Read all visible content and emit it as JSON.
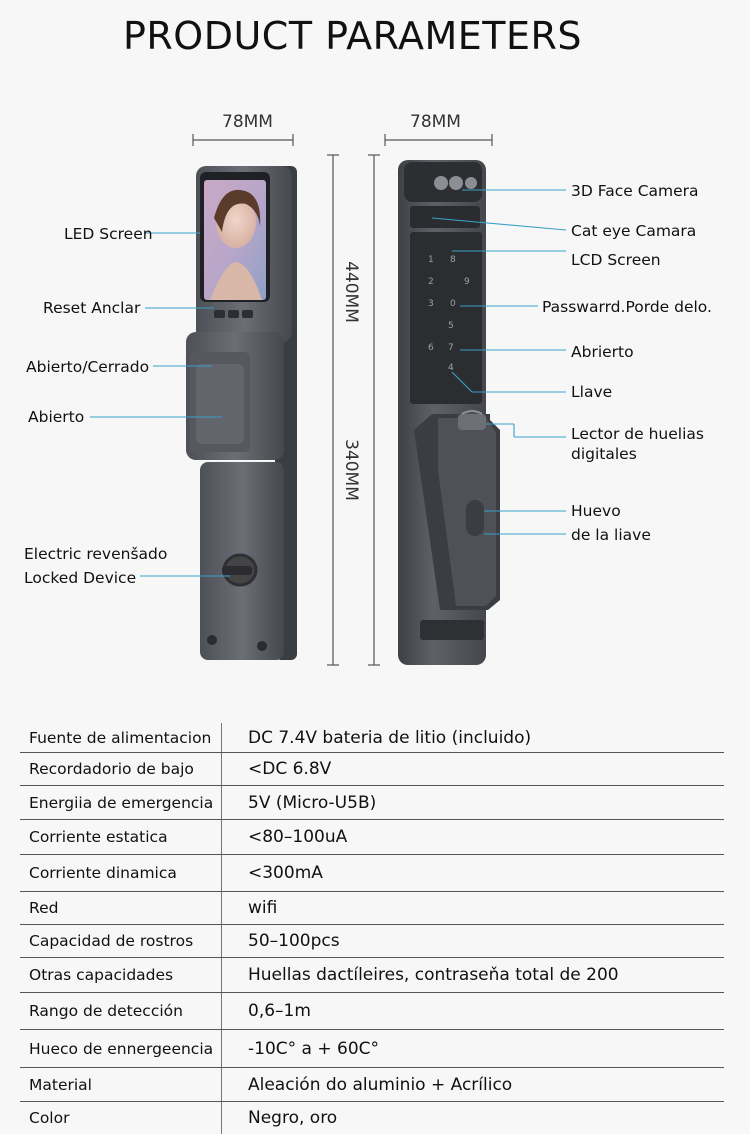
{
  "header": {
    "title": "PRODUCT PARAMETERS"
  },
  "dimensions": {
    "front_width": "78MM",
    "side_width": "78MM",
    "total_height": "440MM",
    "body_height": "340MM"
  },
  "front_labels": {
    "led_screen": "LED Screen",
    "reset": "Reset Anclar",
    "open_close": "Abierto/Cerrado",
    "open": "Abierto",
    "electric_line1": "Electric revenšado",
    "electric_line2": "Locked Device"
  },
  "side_labels": {
    "face_camera": "3D Face Camera",
    "cat_eye": "Cat eye Camara",
    "lcd_screen": "LCD Screen",
    "password": "Passwarrd.Porde delo.",
    "abrierto": "Abrierto",
    "llave": "Llave",
    "fingerprint_line1": "Lector de huelias",
    "fingerprint_line2": "digitales",
    "key_line1": "Huevo",
    "key_line2": "de la liave"
  },
  "keypad": [
    "1",
    "8",
    "2",
    "9",
    "3",
    "0",
    "5",
    "6",
    "7",
    "4"
  ],
  "specs": [
    {
      "key": "Fuente de alimentacion",
      "value": "DC 7.4V bateria de litio (incluido)"
    },
    {
      "key": "Recordadorio de bajo",
      "value": "<DC 6.8V"
    },
    {
      "key": "Energiia de emergencia",
      "value": "5V (Micro-U5B)"
    },
    {
      "key": "Corriente estatica",
      "value": "<80–100uA"
    },
    {
      "key": "Corriente dinamica",
      "value": "<300mA"
    },
    {
      "key": "Red",
      "value": "wifi"
    },
    {
      "key": "Capacidad de rostros",
      "value": "50–100pcs"
    },
    {
      "key": "Otras capacidades",
      "value": "Huellas dactíleires, contraseňa total de 200"
    },
    {
      "key": "Rango de detección",
      "value": "0,6–1m"
    },
    {
      "key": "Hueco de ennergeencia",
      "value": "-10C° a + 60C°"
    },
    {
      "key": "Material",
      "value": "Aleación do aluminio + Acrílico"
    },
    {
      "key": "Color",
      "value": "Negro, oro"
    }
  ],
  "colors": {
    "metal": "#5d6066",
    "metal_dark": "#3c3f44",
    "leader": "#3aa0c8"
  }
}
